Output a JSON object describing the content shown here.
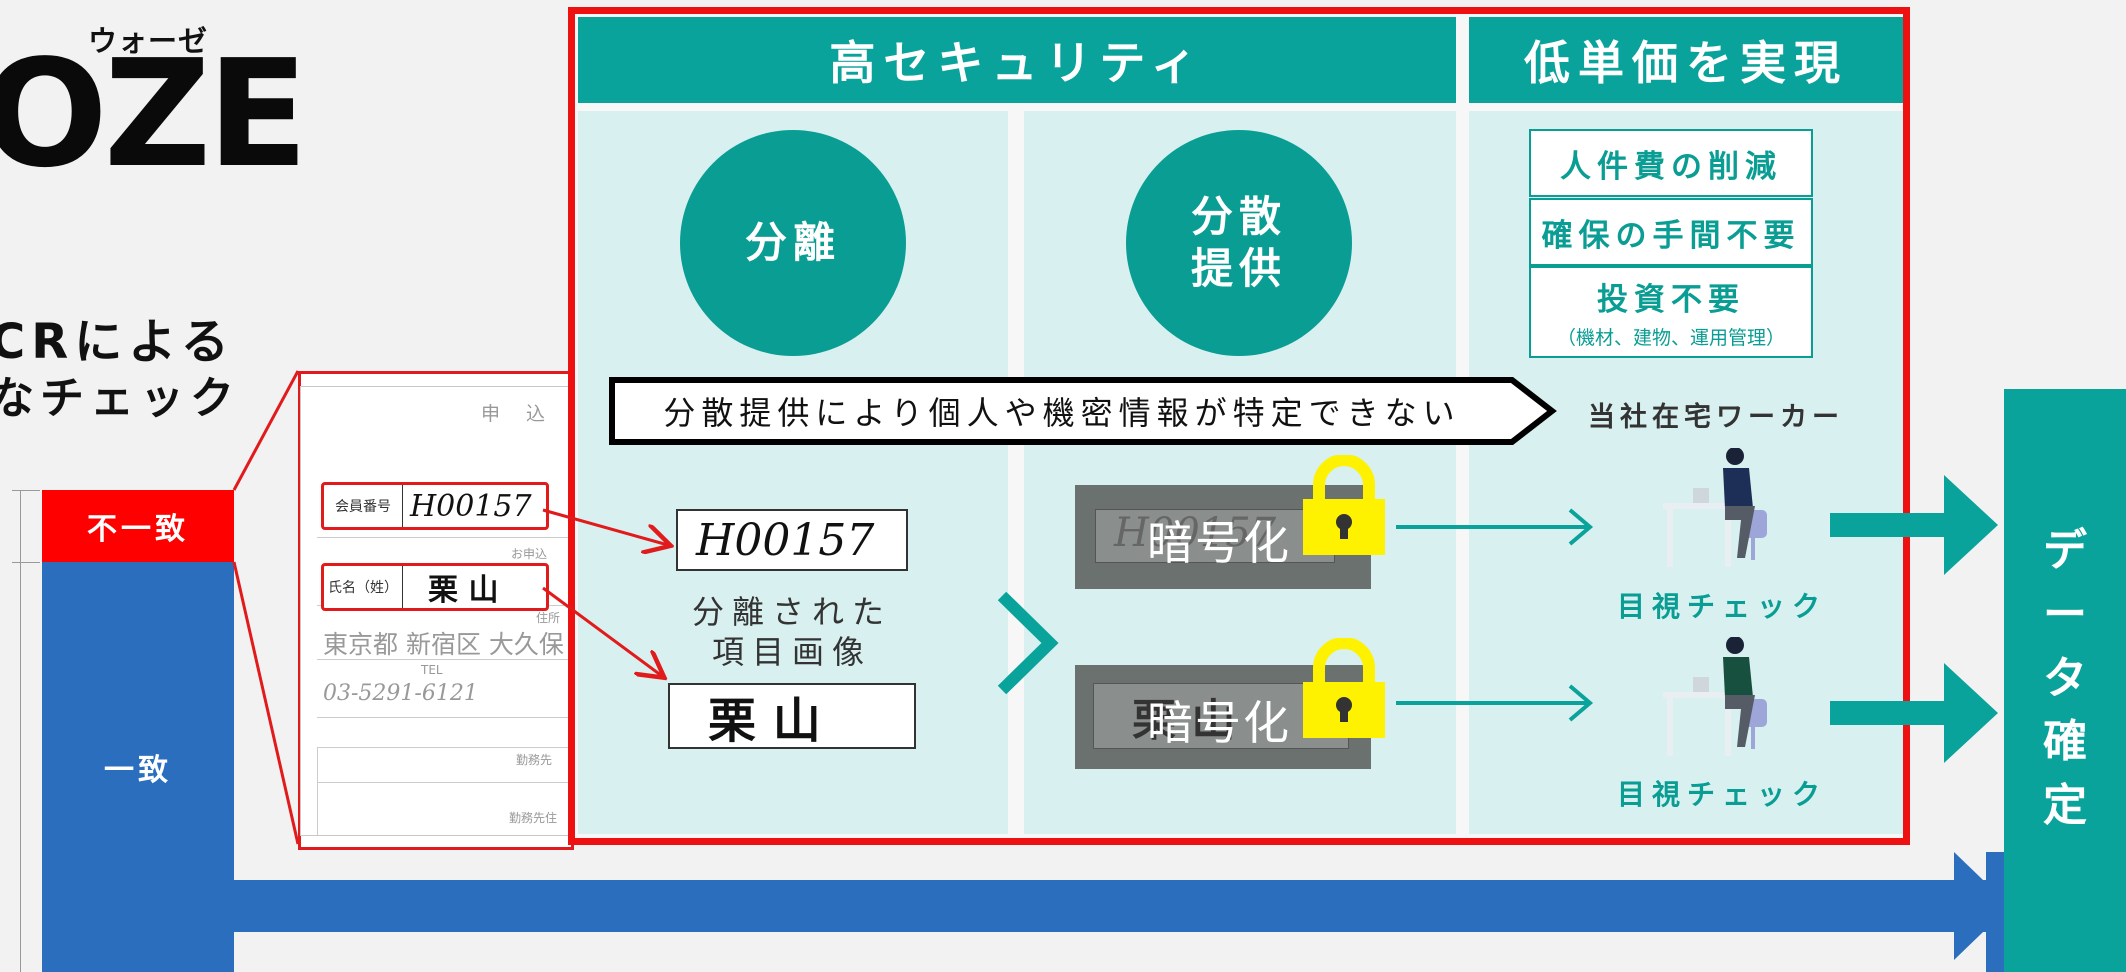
{
  "logo": {
    "sub": "ウォーゼ",
    "main": "OZE"
  },
  "heading": {
    "line1": "CRによる",
    "line2": "なチェック"
  },
  "bars": {
    "mismatch": "不一致",
    "match": "一致"
  },
  "form": {
    "title": "申 込",
    "member_no_label": "会員番号",
    "member_no_value": "H00157",
    "name_label": "氏名（姓）",
    "name_value": "栗 山",
    "small1": "お申込",
    "address_label": "住所",
    "address_value": "東京都 新宿区 大久保",
    "tel_label": "TEL",
    "tel_value": "03-5291-6121",
    "work_label": "勤務先",
    "work_label2": "勤務先住"
  },
  "security": {
    "header": "高セキュリティ",
    "circle_separate": "分離",
    "circle_dist_1": "分散",
    "circle_dist_2": "提供",
    "banner": "分散提供により個人や機密情報が特定できない",
    "separated_image_1": "H00157",
    "separated_image_2": "栗 山",
    "separated_label_1": "分離された",
    "separated_label_2": "項目画像",
    "encrypt_1": "暗号化",
    "encrypt_2": "暗号化",
    "encrypt_bg_1": "H00157",
    "encrypt_bg_2": "栗 山"
  },
  "cost": {
    "header": "低単価を実現",
    "item1": "人件費の削減",
    "item2": "確保の手間不要",
    "item3": "投資不要",
    "item3_sub": "（機材、建物、運用管理）",
    "worker_label": "当社在宅ワーカー",
    "check1": "目視チェック",
    "check2": "目視チェック"
  },
  "final": {
    "label": [
      "デ",
      "ー",
      "タ",
      "確",
      "定"
    ]
  },
  "colors": {
    "teal": "#0aa39b",
    "red": "#ff0000",
    "blue": "#2a6ebd",
    "lightTeal": "#d8f0ef",
    "yellow": "#fff200"
  }
}
